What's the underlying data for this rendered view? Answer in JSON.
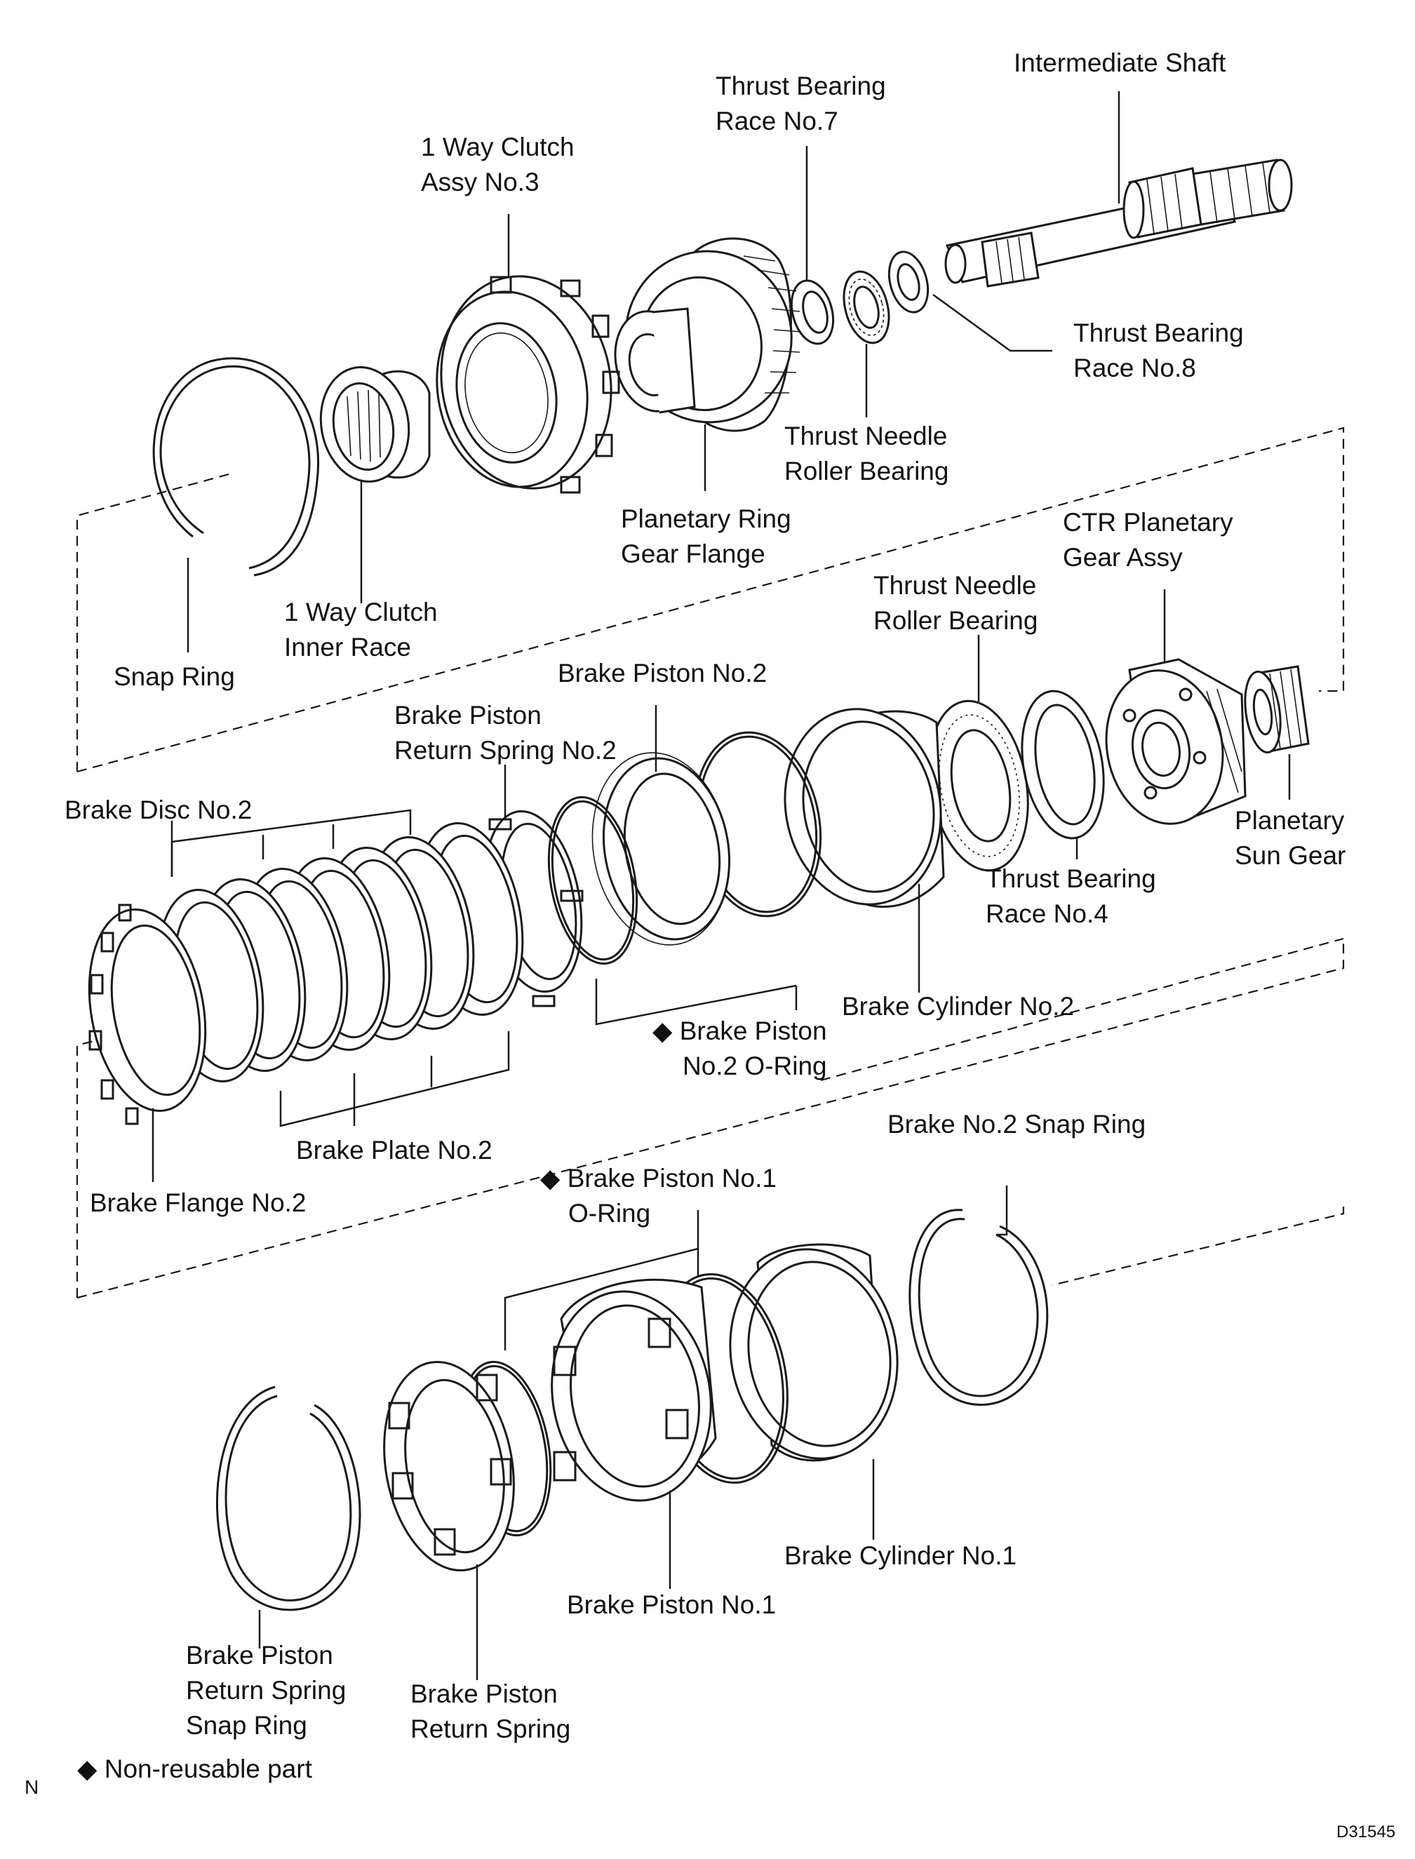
{
  "labels": {
    "intermediate_shaft": "Intermediate Shaft",
    "thrust_bearing_race_7": [
      "Thrust Bearing",
      "Race No.7"
    ],
    "one_way_clutch_assy_3": [
      "1 Way Clutch",
      "Assy No.3"
    ],
    "thrust_bearing_race_8": [
      "Thrust Bearing",
      "Race No.8"
    ],
    "thrust_needle_roller_bearing_a": [
      "Thrust Needle",
      "Roller Bearing"
    ],
    "planetary_ring_gear_flange": [
      "Planetary Ring",
      "Gear Flange"
    ],
    "ctr_planetary_gear_assy": [
      "CTR Planetary",
      "Gear Assy"
    ],
    "thrust_needle_roller_bearing_b": [
      "Thrust Needle",
      "Roller Bearing"
    ],
    "one_way_clutch_inner_race": [
      "1 Way Clutch",
      "Inner Race"
    ],
    "snap_ring": "Snap Ring",
    "brake_piston_no2": "Brake Piston No.2",
    "brake_piston_return_spring_no2": [
      "Brake Piston",
      "Return Spring No.2"
    ],
    "brake_disc_no2": "Brake Disc No.2",
    "planetary_sun_gear": [
      "Planetary",
      "Sun Gear"
    ],
    "thrust_bearing_race_4": [
      "Thrust Bearing",
      "Race No.4"
    ],
    "brake_cylinder_no2": "Brake Cylinder No.2",
    "brake_piston_no2_oring": [
      "Brake Piston",
      "No.2 O-Ring"
    ],
    "brake_plate_no2": "Brake Plate No.2",
    "brake_no2_snap_ring": "Brake No.2 Snap Ring",
    "brake_piston_no1_oring": [
      "Brake Piston No.1",
      "O-Ring"
    ],
    "brake_flange_no2": "Brake Flange No.2",
    "brake_cylinder_no1": "Brake Cylinder No.1",
    "brake_piston_no1": "Brake Piston No.1",
    "brake_piston_return_spring_snap_ring": [
      "Brake Piston",
      "Return Spring",
      "Snap Ring"
    ],
    "brake_piston_return_spring": [
      "Brake Piston",
      "Return Spring"
    ]
  },
  "legend": {
    "symbol": "◆",
    "text": "Non-reusable part"
  },
  "corner_left": "N",
  "corner_right": "D31545"
}
